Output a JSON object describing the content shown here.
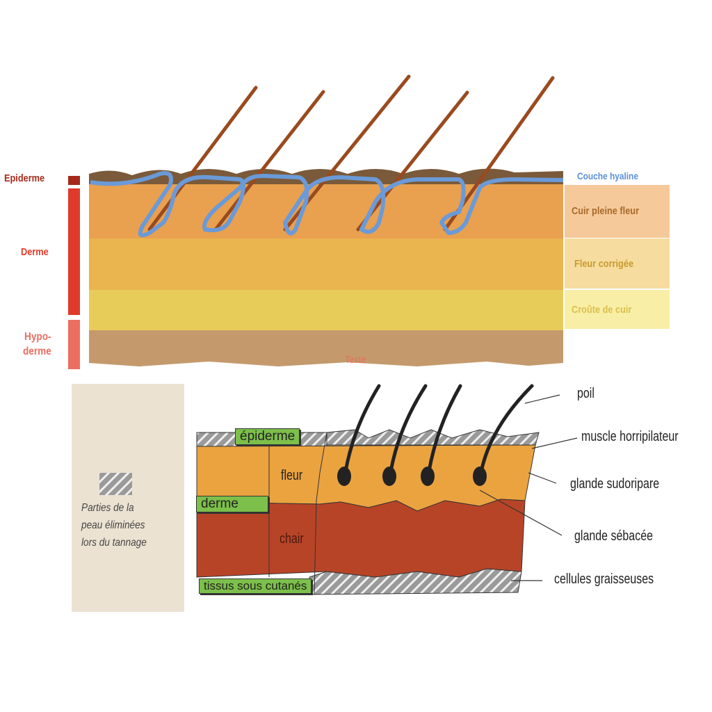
{
  "top_diagram": {
    "left_labels": {
      "epiderme": "Epiderme",
      "derme": "Derme",
      "hypoderme_1": "Hypo-",
      "hypoderme_2": "derme"
    },
    "right_labels": {
      "couche": "Couche hyaline",
      "pleine_fleur": "Cuir pleine fleur",
      "fleur_corrigee": "Fleur corrigée",
      "croute": "Croûte de cuir"
    },
    "bottom_text": "Texte",
    "colors": {
      "epiderme": "#a52a1a",
      "derme": "#e03a2a",
      "hypoderme": "#ec6e60",
      "couche": "#5a8fd6",
      "pleine_fleur": "#a86a2a",
      "fleur_corrigee": "#c99a30",
      "croute": "#d9c050"
    }
  },
  "bottom_diagram": {
    "legend": {
      "line1": "Parties de la",
      "line2": "peau éliminées",
      "line3": "lors du tannage"
    },
    "tags": {
      "epiderme": "épiderme",
      "derme": "derme",
      "tissus": "tissus sous cutanés"
    },
    "inner": {
      "fleur": "fleur",
      "chair": "chair"
    },
    "callouts": [
      "poil",
      "muscle horripilateur",
      "glande sudoripare",
      "glande sébacée",
      "cellules graisseuses"
    ]
  }
}
